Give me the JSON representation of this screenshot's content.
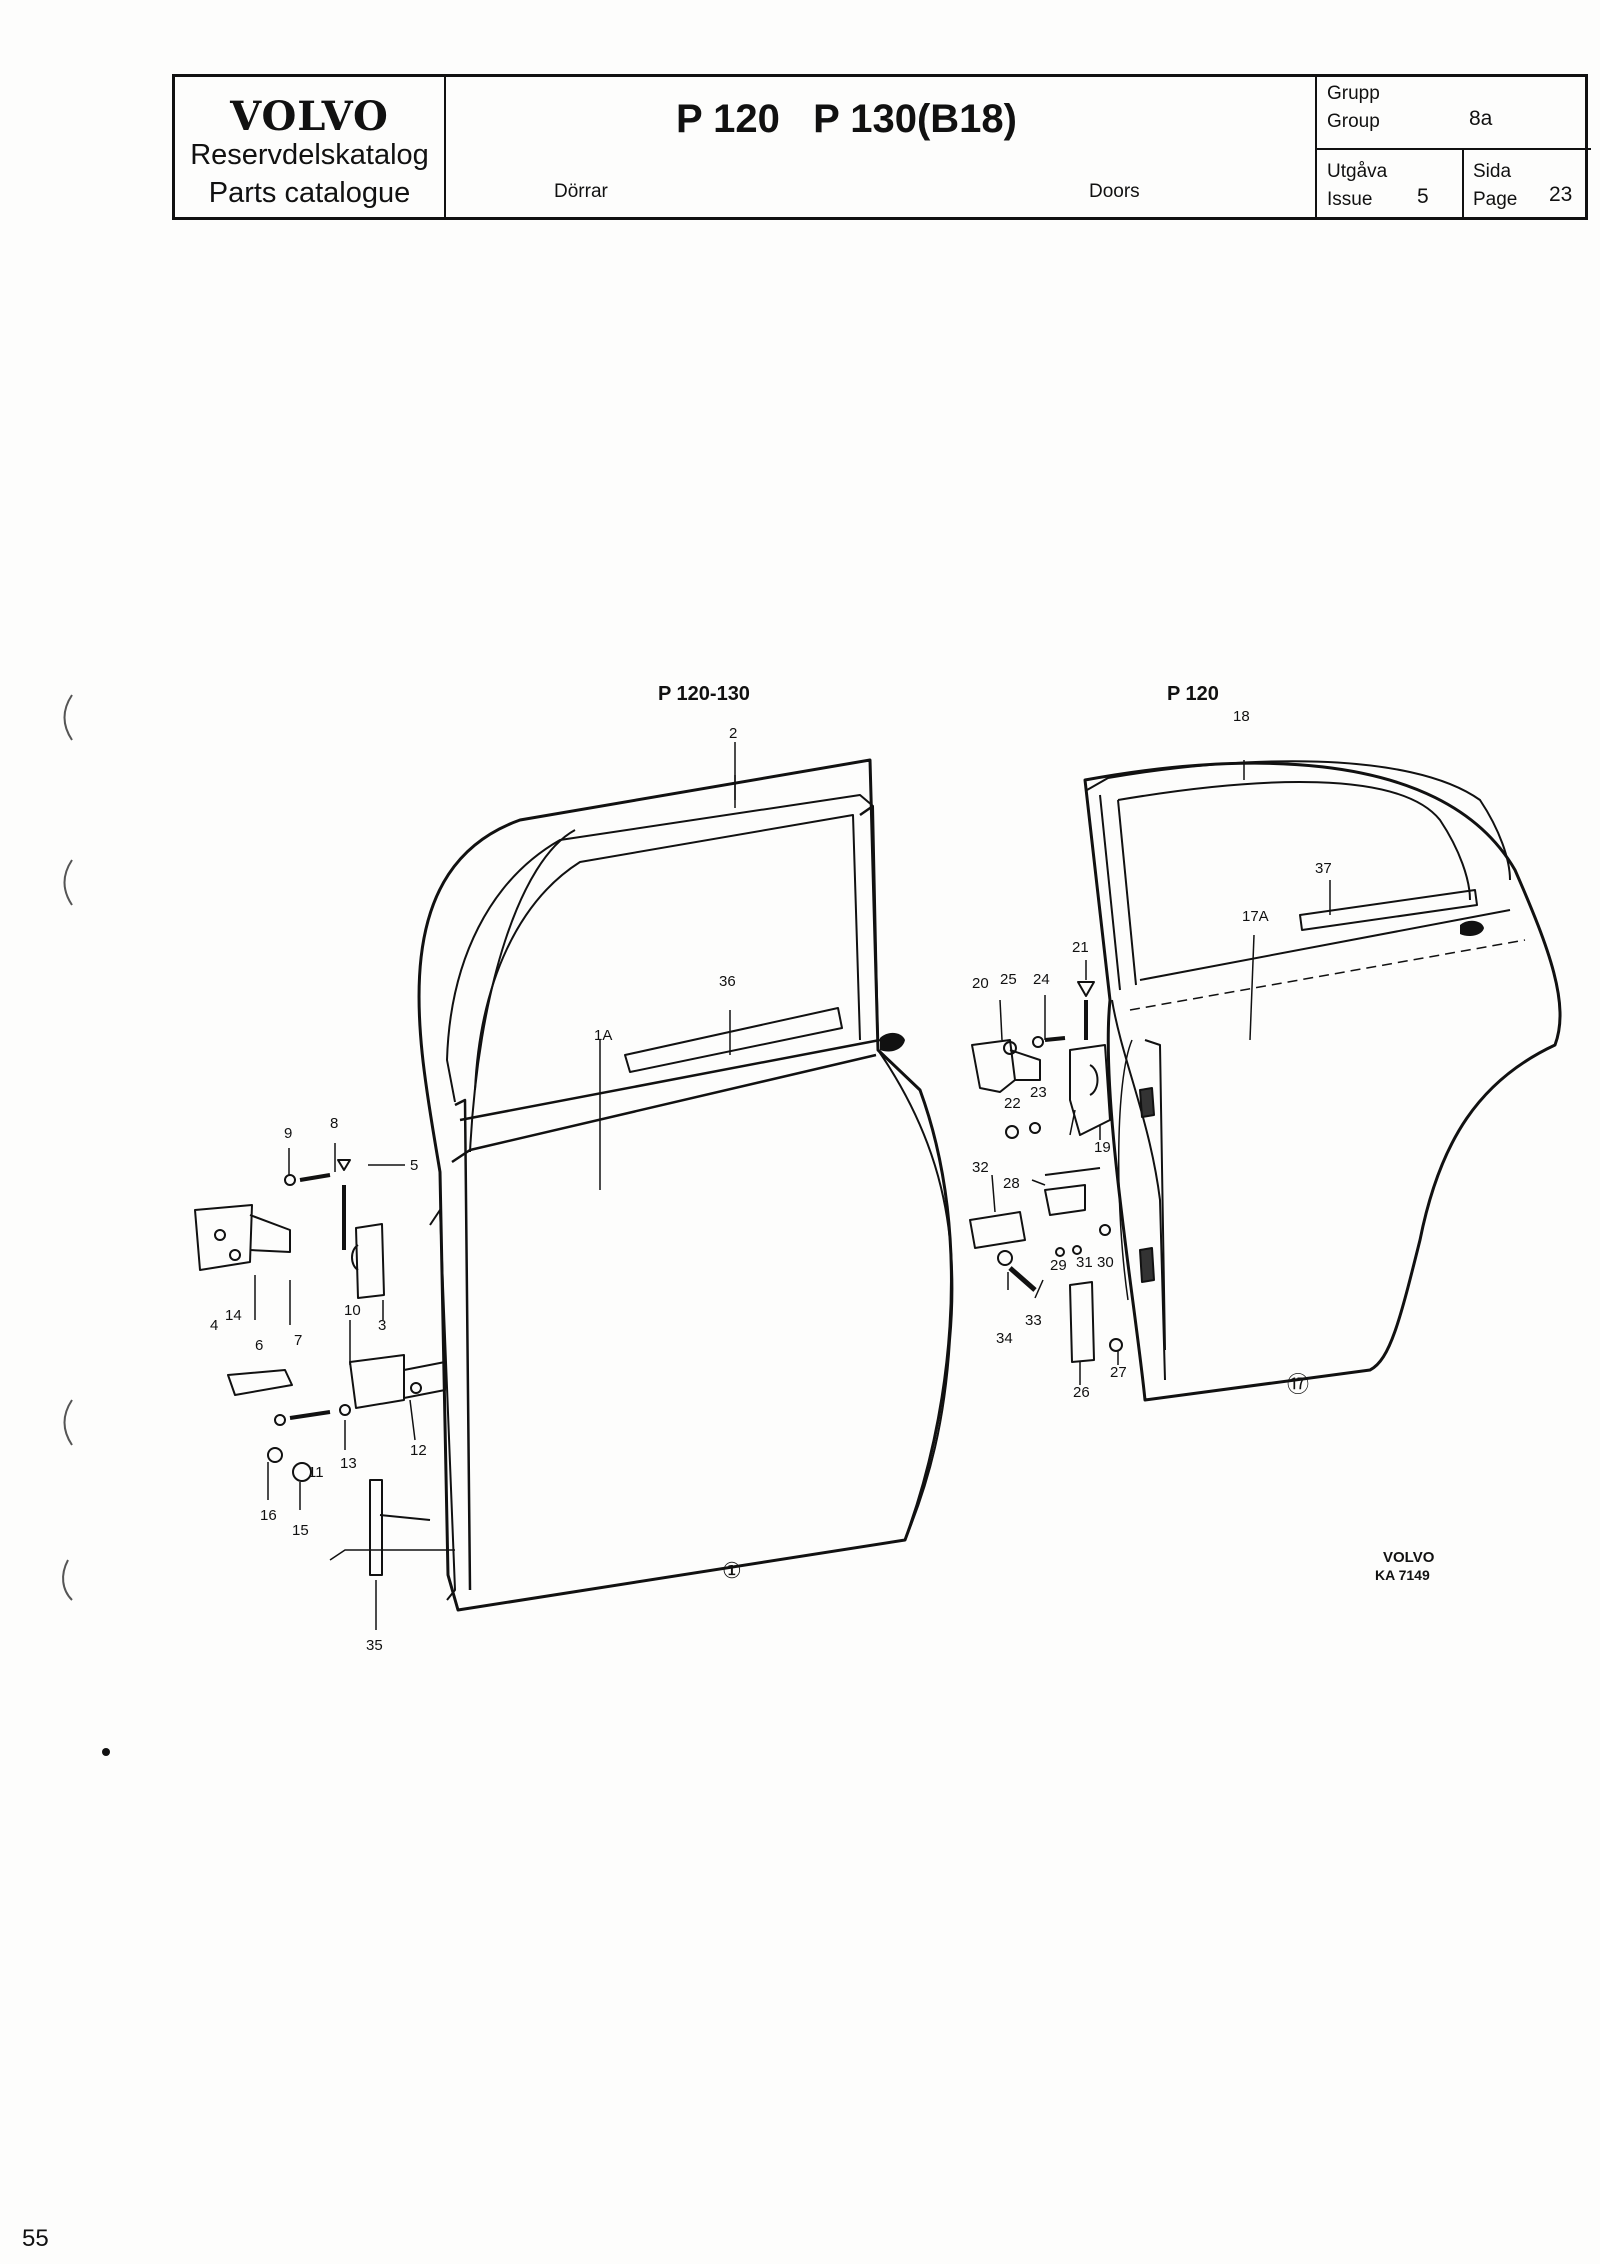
{
  "header": {
    "brand": "VOLVO",
    "catalog_sv": "Reservdelskatalog",
    "catalog_en": "Parts catalogue",
    "model": "P 120   P 130(B18)",
    "section_sv": "Dörrar",
    "section_en": "Doors",
    "group_sv": "Grupp",
    "group_en": "Group",
    "group_value": "8a",
    "issue_sv": "Utgåva",
    "issue_en": "Issue",
    "issue_value": "5",
    "page_sv": "Sida",
    "page_en": "Page",
    "page_value": "23"
  },
  "diagram": {
    "front_title": "P 120-130",
    "rear_title": "P 120",
    "front_callout": "①",
    "rear_callout": "⑰",
    "callouts": [
      "1A",
      "2",
      "3",
      "4",
      "5",
      "6",
      "7",
      "8",
      "9",
      "10",
      "11",
      "12",
      "13",
      "14",
      "15",
      "16",
      "17A",
      "18",
      "19",
      "20",
      "21",
      "22",
      "23",
      "24",
      "25",
      "26",
      "27",
      "28",
      "29",
      "30",
      "31",
      "32",
      "33",
      "34",
      "35",
      "36",
      "37"
    ],
    "reference_brand": "VOLVO",
    "reference_code": "KA 7149"
  },
  "footer": {
    "page_fragment": "55"
  }
}
